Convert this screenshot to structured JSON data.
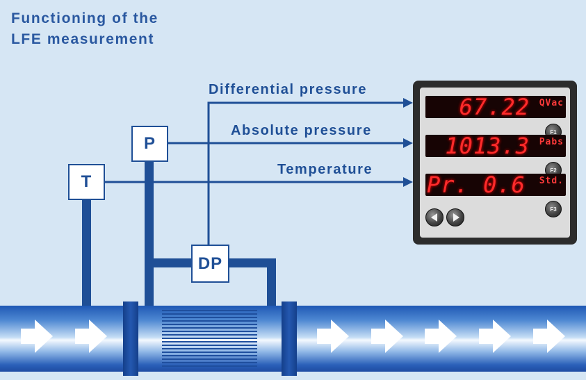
{
  "title": {
    "line1": "Functioning of the",
    "line2": "LFE measurement"
  },
  "signals": {
    "differential": "Differential pressure",
    "absolute": "Absolute pressure",
    "temperature": "Temperature"
  },
  "sensors": {
    "t": "T",
    "p": "P",
    "dp": "DP"
  },
  "display": {
    "row1": {
      "value": "67.22",
      "unit": "QVac",
      "button": "F1"
    },
    "row2": {
      "value": "1013.3",
      "unit": "Pabs",
      "button": "F2"
    },
    "row3": {
      "value": "Pr.  0.6",
      "unit": "Std.",
      "button": "F3"
    }
  },
  "icons": {
    "flow": "arrow-right-icon",
    "nav_left": "nav-left-icon",
    "nav_right": "nav-right-icon"
  },
  "colors": {
    "background": "#d6e6f4",
    "accent": "#1f4f96",
    "led": "#ff2b2b"
  }
}
